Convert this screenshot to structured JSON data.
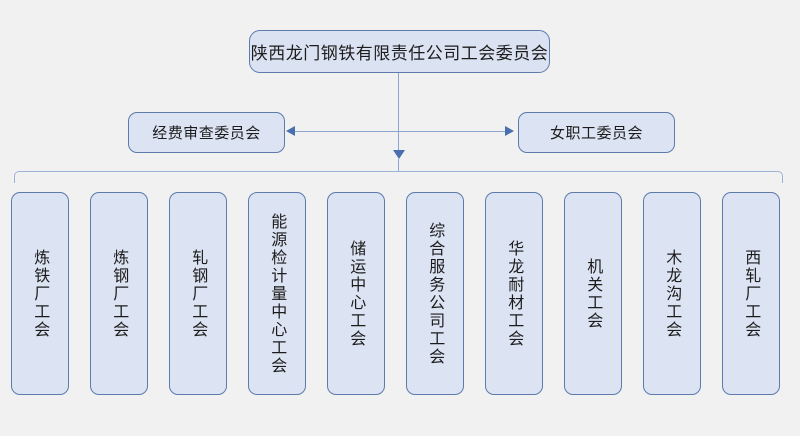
{
  "diagram": {
    "type": "org-chart",
    "background_color": "#f1f1f1",
    "box_fill_color": "#dce3f3",
    "box_border_color": "#5c7bab",
    "connector_color": "#8ba6ce",
    "arrow_color": "#4a6fae",
    "root": {
      "label": "陕西龙门钢铁有限责任公司工会委员会"
    },
    "side_nodes": [
      {
        "label": "经费审查委员会",
        "position": "left"
      },
      {
        "label": "女职工委员会",
        "position": "right"
      }
    ],
    "connectors": {
      "vertical_stem": "root-to-bracket-arrow",
      "horizontal_double_arrow": "between-side-committees",
      "bracket": "spans-all-branch-unions"
    },
    "leaf_nodes": [
      {
        "label": "炼铁厂工会"
      },
      {
        "label": "炼钢厂工会"
      },
      {
        "label": "轧钢厂工会"
      },
      {
        "label": "能源检计量中心工会"
      },
      {
        "label": "储运中心工会"
      },
      {
        "label": "综合服务公司工会"
      },
      {
        "label": "华龙耐材工会"
      },
      {
        "label": "机关工会"
      },
      {
        "label": "木龙沟工会"
      },
      {
        "label": "西轧厂工会"
      }
    ]
  }
}
